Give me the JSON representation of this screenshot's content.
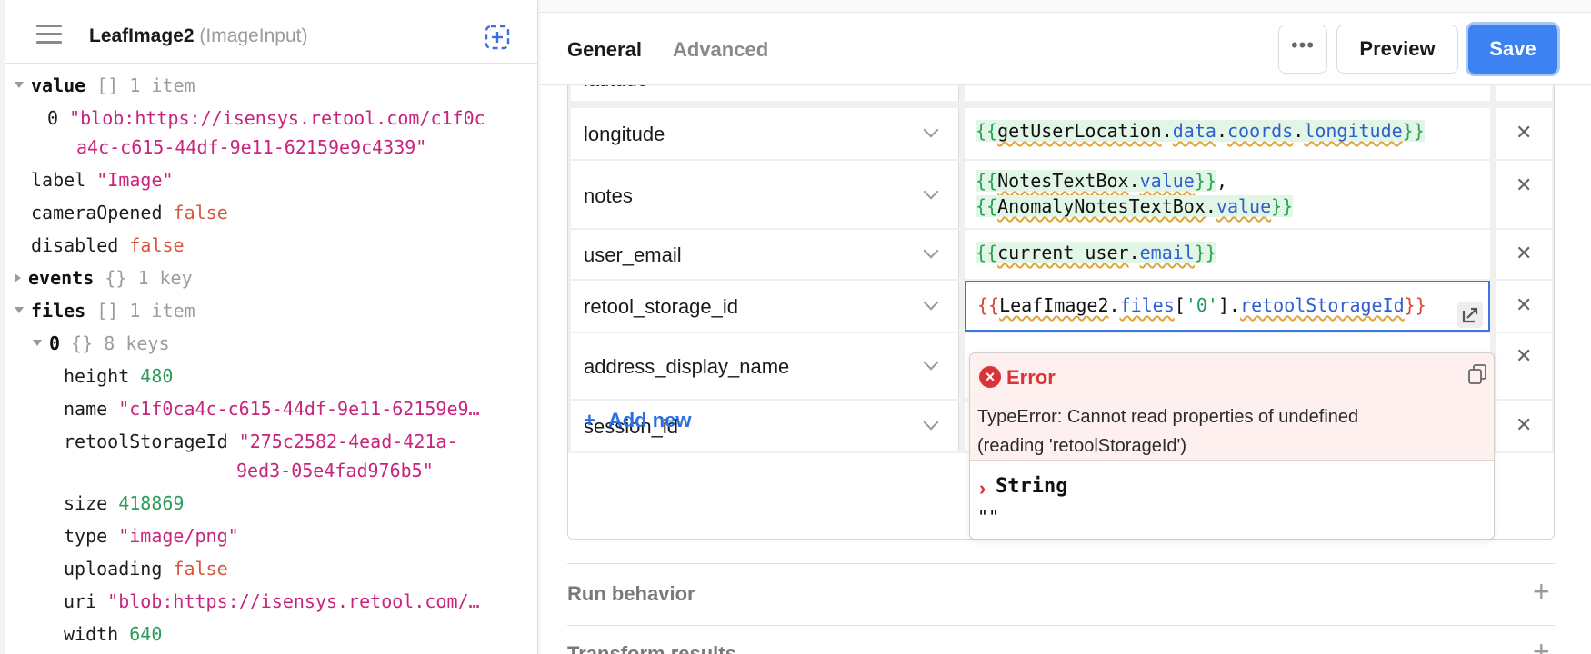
{
  "inspector": {
    "component_name": "LeafImage2",
    "component_type": "(ImageInput)",
    "tree": {
      "value_key": "value",
      "value_type": "[]",
      "value_count": "1 item",
      "value_0_index": "0",
      "value_0_line1": "\"blob:https://isensys.retool.com/c1f0c",
      "value_0_line2": "a4c-c615-44df-9e11-62159e9c4339\"",
      "label_key": "label",
      "label_val": "\"Image\"",
      "camera_key": "cameraOpened",
      "camera_val": "false",
      "disabled_key": "disabled",
      "disabled_val": "false",
      "events_key": "events",
      "events_type": "{}",
      "events_count": "1 key",
      "files_key": "files",
      "files_type": "[]",
      "files_count": "1 item",
      "files_0_key": "0",
      "files_0_type": "{}",
      "files_0_count": "8 keys",
      "height_key": "height",
      "height_val": "480",
      "name_key": "name",
      "name_val": "\"c1f0ca4c-c615-44df-9e11-62159e9…",
      "rsid_key": "retoolStorageId",
      "rsid_val1": "\"275c2582-4ead-421a-",
      "rsid_val2": "9ed3-05e4fad976b5\"",
      "size_key": "size",
      "size_val": "418869",
      "type_key": "type",
      "type_val": "\"image/png\"",
      "uploading_key": "uploading",
      "uploading_val": "false",
      "uri_key": "uri",
      "uri_val": "\"blob:https://isensys.retool.com/…",
      "width_key": "width",
      "width_val": "640"
    }
  },
  "editor": {
    "tabs": {
      "general": "General",
      "advanced": "Advanced"
    },
    "more_label": "•••",
    "preview_label": "Preview",
    "save_label": "Save",
    "rows": [
      {
        "key": "longitude"
      },
      {
        "key": "notes"
      },
      {
        "key": "user_email"
      },
      {
        "key": "retool_storage_id"
      },
      {
        "key": "address_display_name"
      },
      {
        "key": "session_id"
      }
    ],
    "partial_key": "latitude",
    "expr": {
      "open": "{{",
      "close": "}}",
      "dot": ".",
      "comma": ",",
      "longitude": [
        "getUserLocation",
        "data",
        "coords",
        "longitude"
      ],
      "notes1": [
        "NotesTextBox",
        "value"
      ],
      "notes2": [
        "AnomalyNotesTextBox",
        "value"
      ],
      "email": [
        "current_user",
        "email"
      ],
      "rsid_obj": "LeafImage2",
      "rsid_prop": "files",
      "rsid_lb": "[",
      "rsid_idx": "'0'",
      "rsid_rb": "]",
      "rsid_field": "retoolStorageId"
    },
    "remove_icon": "✕",
    "add_new_label": "Add new",
    "add_new_plus": "+",
    "error": {
      "title": "Error",
      "message_line1": "TypeError: Cannot read properties of undefined",
      "message_line2": "(reading 'retoolStorageId')",
      "result_type": "String",
      "result_value": "\"\""
    },
    "sections": [
      {
        "title": "Run behavior",
        "icon": "+"
      },
      {
        "title": "Transform results",
        "icon": "+"
      }
    ]
  },
  "colors": {
    "accent": "#3c82f0",
    "error": "#d8343a",
    "string": "#c8247e",
    "number": "#2f9a5a",
    "boolean": "#d8563c"
  }
}
